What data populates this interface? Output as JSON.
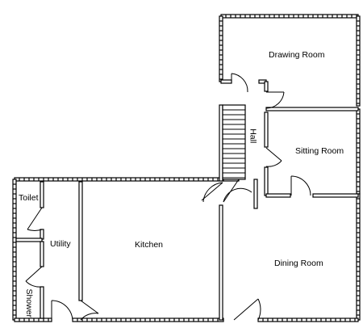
{
  "rooms": {
    "drawing_room": "Drawing Room",
    "sitting_room": "Sitting Room",
    "hall": "Hall",
    "toilet": "Toilet",
    "utility": "Utility",
    "kitchen": "Kitchen",
    "dining_room": "Dining Room",
    "shower": "Shower"
  },
  "colors": {
    "wall": "#000000",
    "background": "#ffffff"
  }
}
